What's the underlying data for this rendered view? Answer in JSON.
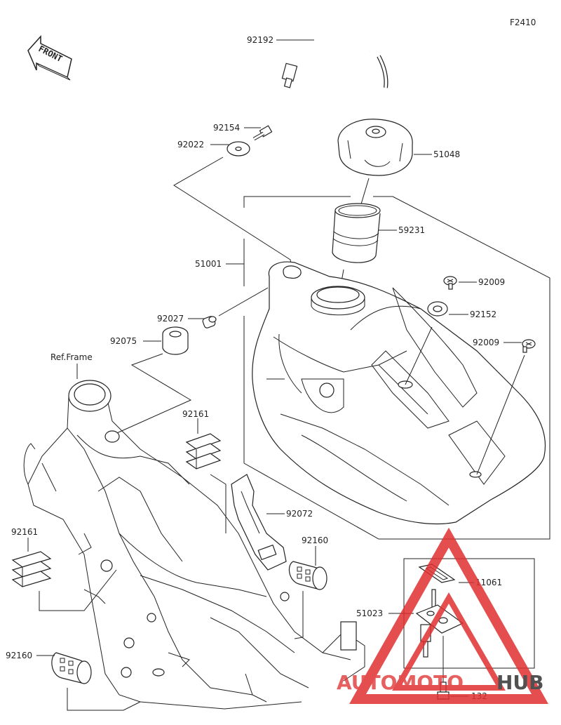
{
  "diagram_code": "F2410",
  "front_label": "FRONT",
  "ref_frame": "Ref.Frame",
  "watermark": {
    "part1": "AUTOMOTO",
    "part2": "HUB",
    "accent": "#e03030",
    "dark": "#333333"
  },
  "parts": {
    "p92192": "92192",
    "p92154": "92154",
    "p92022": "92022",
    "p51048": "51048",
    "p59231": "59231",
    "p51001": "51001",
    "p92009a": "92009",
    "p92152": "92152",
    "p92027": "92027",
    "p92009b": "92009",
    "p92075": "92075",
    "p92161a": "92161",
    "p92072": "92072",
    "p92161b": "92161",
    "p92160a": "92160",
    "p11061": "11061",
    "p51023": "51023",
    "p92160b": "92160",
    "p132": "132"
  }
}
